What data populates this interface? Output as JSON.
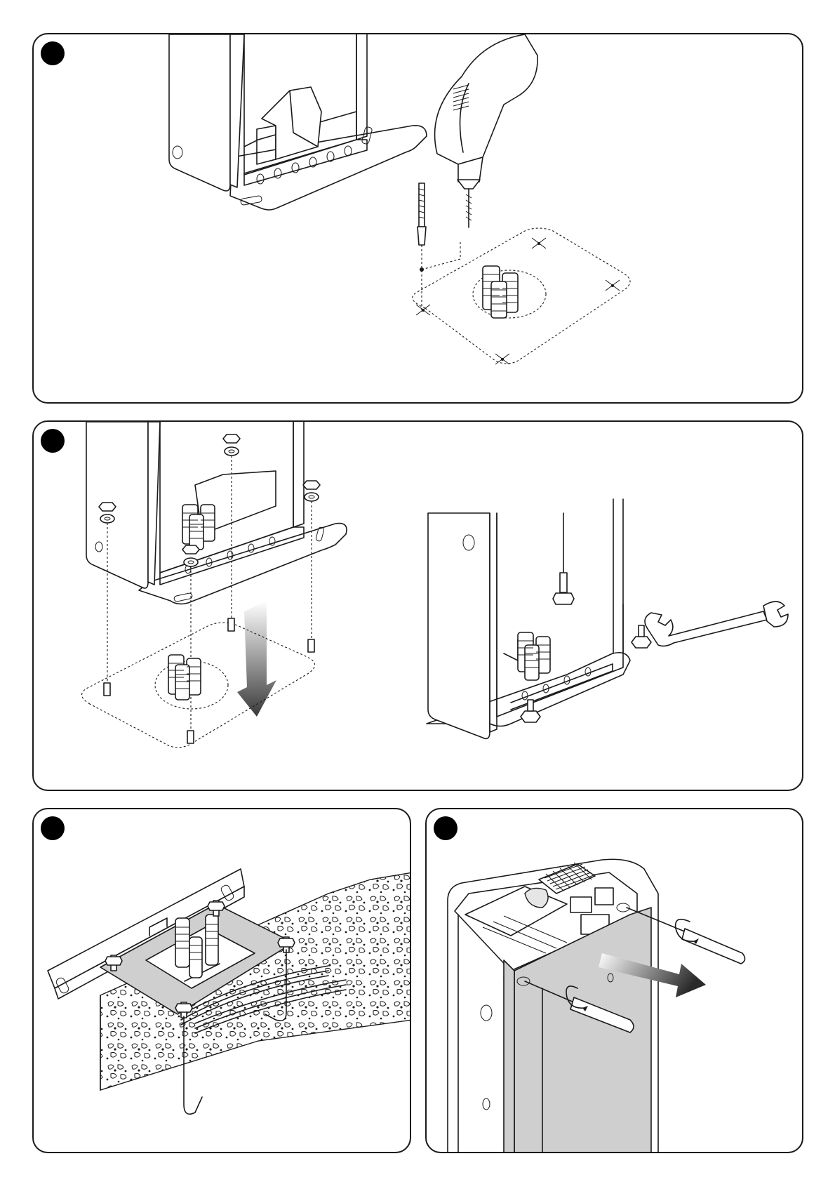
{
  "colors": {
    "badge": "#000000",
    "outline": "#1a1a1a",
    "panel_fill": "#ffffff",
    "cover_gray": "#cfcfcf"
  },
  "steps": [
    {
      "id": 1,
      "icon": "drill-icon"
    },
    {
      "id": 2,
      "icon": "wrench-icon"
    },
    {
      "id": 3,
      "icon": "spirit-level-icon"
    },
    {
      "id": 4,
      "icon": "screwdriver-icon"
    }
  ]
}
